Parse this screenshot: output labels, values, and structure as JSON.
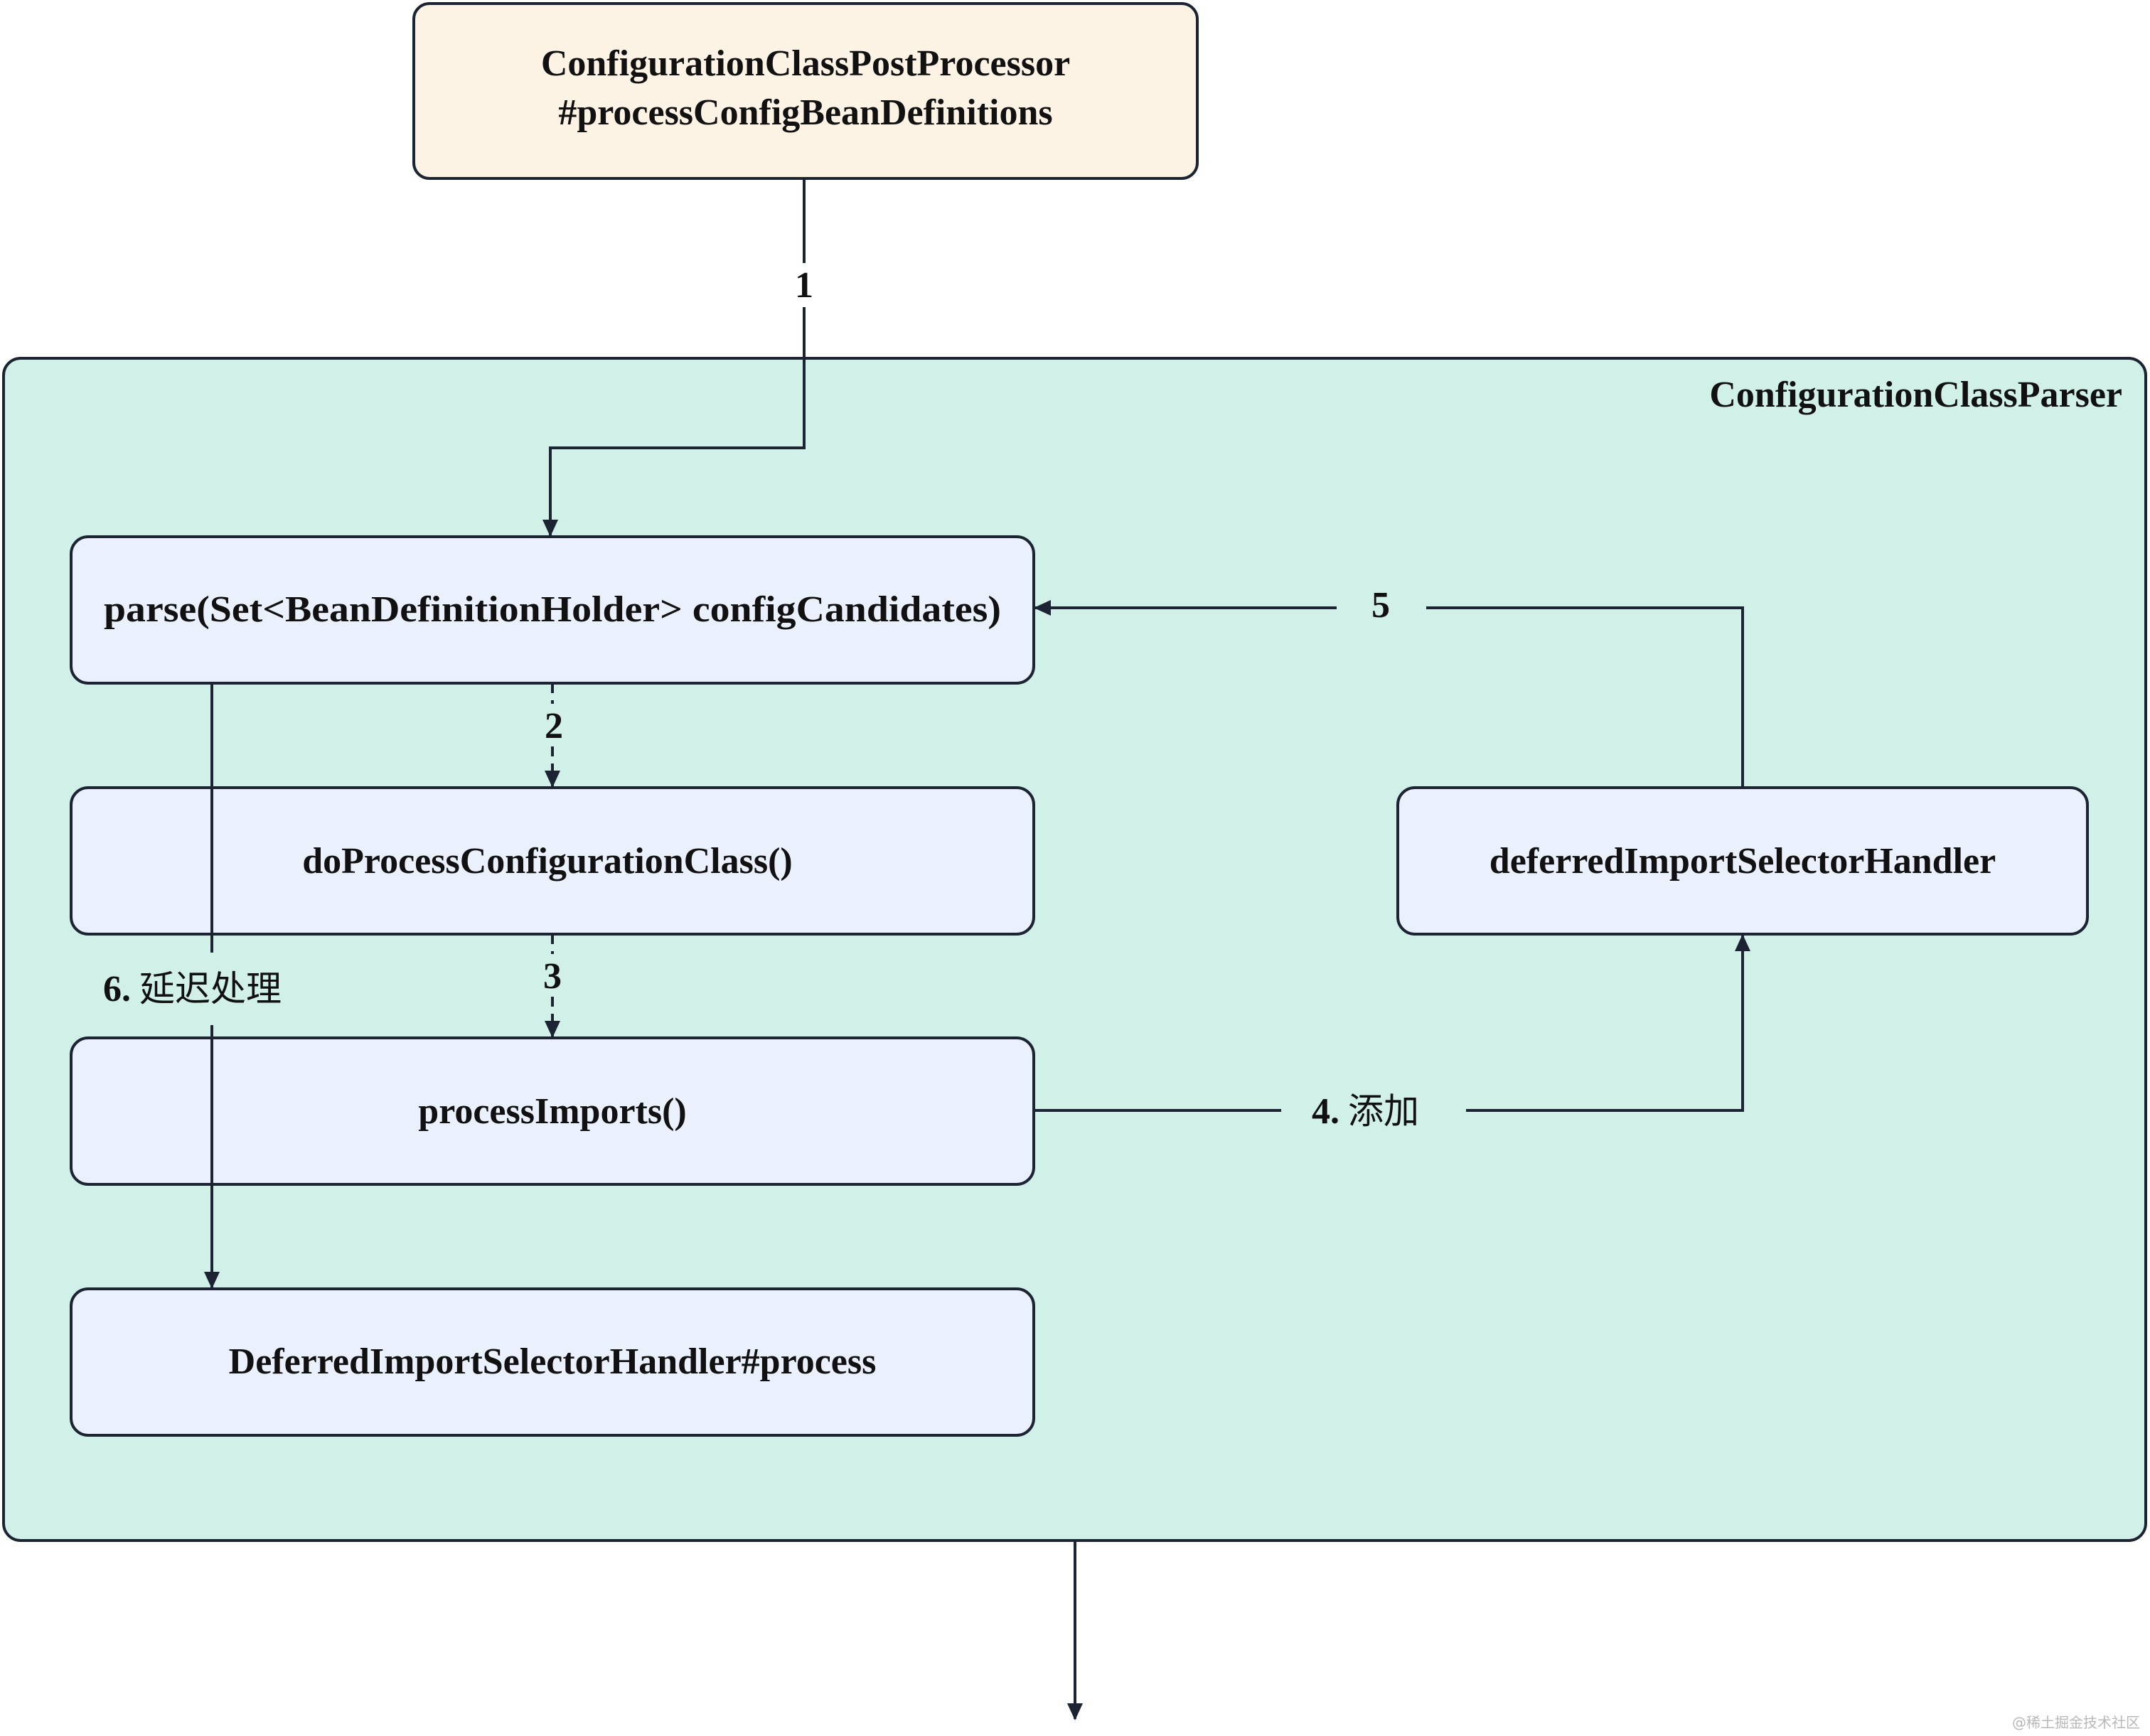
{
  "nodes": {
    "entry": {
      "line1": "ConfigurationClassPostProcessor",
      "line2": "#processConfigBeanDefinitions",
      "fill": "#fdf3e5"
    },
    "parser_group": {
      "label": "ConfigurationClassParser",
      "fill": "#d0f0e8"
    },
    "parse": {
      "label": "parse(Set<BeanDefinitionHolder> configCandidates)"
    },
    "do_process": {
      "label": "doProcessConfigurationClass()"
    },
    "process_imports": {
      "label": "processImports()"
    },
    "deferred_handler": {
      "label": "deferredImportSelectorHandler"
    },
    "handler_process": {
      "label": "DeferredImportSelectorHandler#process"
    },
    "box_fill": "#ebf1fc",
    "stroke": "#1c2433"
  },
  "edges": {
    "e1": {
      "num": "1"
    },
    "e2": {
      "num": "2"
    },
    "e3": {
      "num": "3"
    },
    "e4": {
      "num": "4.",
      "text": "添加"
    },
    "e5": {
      "num": "5"
    },
    "e6": {
      "num": "6.",
      "text": "延迟处理"
    }
  },
  "watermark": "@稀土掘金技术社区"
}
